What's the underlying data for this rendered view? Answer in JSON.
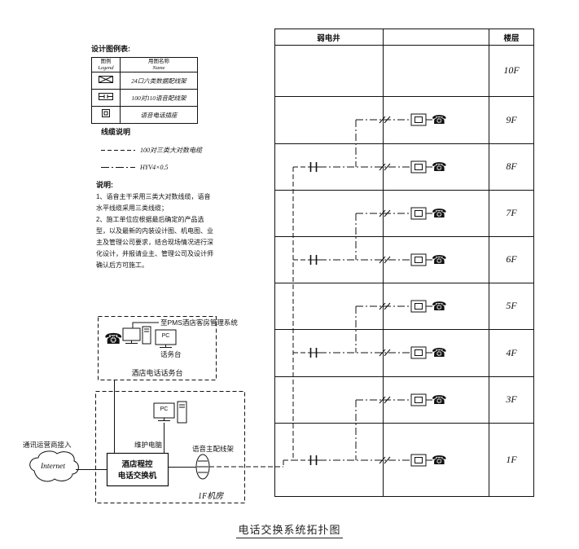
{
  "page_title": "电话交换系统拓扑图",
  "icons": {
    "telephone": "☎"
  },
  "legend": {
    "title": "设计图例表:",
    "header": {
      "symbol_cn": "图例",
      "symbol_en": "Legend",
      "name_cn": "用图名称",
      "name_en": "Name"
    },
    "rows": [
      {
        "symbol": "data-patch-panel",
        "name": "24口六类数据配线架"
      },
      {
        "symbol": "voice-patch-panel",
        "name": "100对110语音配线架"
      },
      {
        "symbol": "phone-socket",
        "name": "语音电话插座"
      }
    ]
  },
  "cable_legend": {
    "title": "线缆说明",
    "items": [
      {
        "line_style": "dashed",
        "label": "100对三类大对数电缆"
      },
      {
        "line_style": "dash-dot",
        "label": "HYV4×0.5"
      }
    ]
  },
  "notes": {
    "title": "说明:",
    "lines": [
      "1、语音主干采用三类大对数线缆，语音",
      "水平线缆采用三类线缆；",
      "2、施工单位应根据最后确定的产品选",
      "型，以及最新的内装设计图、机电图、业",
      "主及管理公司要求，结合现场情况进行深",
      "化设计，并报请业主、管理公司及设计师",
      "确认后方可施工。"
    ]
  },
  "riser": {
    "shaft_header": "弱电井",
    "floor_header": "楼层",
    "floors": [
      {
        "label": "10F",
        "trunk_panel": false,
        "devices": false
      },
      {
        "label": "9F",
        "trunk_panel": false,
        "devices": true
      },
      {
        "label": "8F",
        "trunk_panel": true,
        "devices": true
      },
      {
        "label": "7F",
        "trunk_panel": false,
        "devices": true
      },
      {
        "label": "6F",
        "trunk_panel": true,
        "devices": true
      },
      {
        "label": "5F",
        "trunk_panel": false,
        "devices": true
      },
      {
        "label": "4F",
        "trunk_panel": true,
        "devices": true
      },
      {
        "label": "3F",
        "trunk_panel": false,
        "devices": true
      },
      {
        "label": "1F",
        "trunk_panel": true,
        "devices": true
      }
    ]
  },
  "console": {
    "pms_link_label": "至PMS酒店客房管理系统",
    "pc_label": "PC",
    "operator_label": "话务台",
    "area_label": "酒店电话话务台"
  },
  "machine_room": {
    "maintenance_pc_label": "维护电脑",
    "pc_label": "PC",
    "mdf_label": "语音主配线架",
    "pbx_label_line1": "酒店程控",
    "pbx_label_line2": "电话交换机",
    "room_label": "1F机房"
  },
  "internet": {
    "provider_label": "通讯运营商接入",
    "cloud_label": "Internet"
  }
}
